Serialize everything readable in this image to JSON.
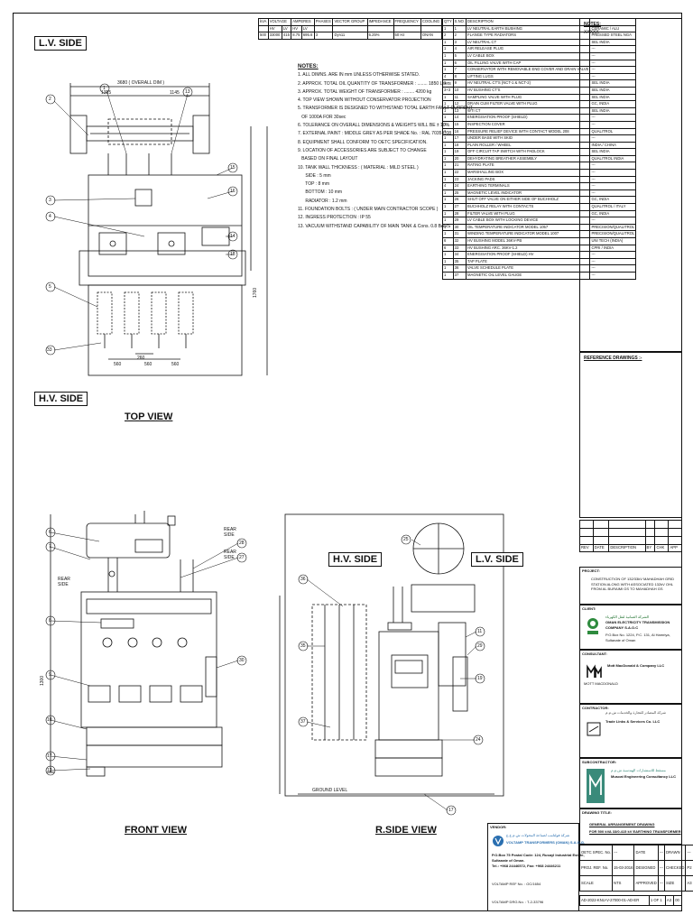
{
  "views": {
    "lv_side_top": "L.V. SIDE",
    "hv_side_top": "H.V. SIDE",
    "top_view": "TOP VIEW",
    "front_view": "FRONT VIEW",
    "rside_view": "R.SIDE VIEW",
    "hv_side_rs": "H.V. SIDE",
    "lv_side_rs": "L.V. SIDE",
    "ground_level": "GROUND LEVEL",
    "rear_side": "REAR SIDE",
    "rear_side2": "REAR SIDE",
    "rear_side3": "REAR SIDE"
  },
  "dims": {
    "overall_top": "3680 ( OVERALL DIM )",
    "left_half": "1335",
    "right_half": "1145",
    "w_560a": "560",
    "w_560b": "560",
    "w_560c": "560",
    "w_260": "260",
    "vert_1": "1760",
    "vert_2": "1300"
  },
  "rating_table": {
    "headers": [
      "kVA",
      "VOLTAGE",
      "",
      "AMPERES",
      "",
      "PHASES",
      "VECTOR GROUP",
      "IMPEDANCE",
      "FREQUENCY",
      "COOLING"
    ],
    "sub": [
      "",
      "HV",
      "LV",
      "HV",
      "LV",
      "",
      "",
      "",
      "",
      ""
    ],
    "row": [
      "500",
      "33000",
      "415",
      "8.75",
      "695.6",
      "3",
      "Dyn11",
      "6.25%",
      "50 Hz",
      "ONAN"
    ]
  },
  "notes": {
    "title": "NOTES:",
    "items": [
      "1. ALL DIMNS. ARE IN mm UNLESS OTHERWISE STATED.",
      "2. APPROX. TOTAL OIL QUANTITY OF TRANSFORMER : ........ 1850 Liters",
      "3. APPROX. TOTAL WEIGHT OF TRANSFORMER : ........ 4200 kg",
      "4. TOP VIEW SHOWN WITHOUT CONSERVATOR PROJECTION",
      "5. TRANSFORMER IS DESIGNED TO WITHSTAND TOTAL EARTH FAULT CURRENT",
      "   OF 1000A FOR 30sec",
      "6. TOLERANCE ON OVERALL DIMENSIONS & WEIGHTS WILL BE ± 10%",
      "7. EXTERNAL PAINT : MIDDLE GREY AS PER SHADE No. : RAL 7035 C08",
      "8. EQUIPMENT SHALL CONFORM TO OETC SPECIFICATION.",
      "9. LOCATION OF ACCESSORIES ARE SUBJECT TO CHANGE",
      "   BASED ON FINAL LAYOUT",
      "10. TANK WALL THICKNESS : ( MATERIAL : MILD STEEL )",
      "      SIDE : 5 mm",
      "      TOP : 8 mm",
      "      BOTTOM : 10 mm",
      "      RADIATOR : 1.2 mm",
      "11. FOUNDATION BOLTS : ( UNDER MAIN CONTRACTOR SCOPE )",
      "12. INGRESS PROTECTION : IP 55",
      "13. VACUUM WITHSTAND CAPABILITY OF MAIN TANK & Cons. 0.8 BARS"
    ]
  },
  "parts": {
    "headers": [
      "QTY",
      "S.NO.",
      "DESCRIPTION",
      ""
    ],
    "rows": [
      [
        "1",
        "1",
        "LV NEUTRAL EARTH BUSHING",
        "CERAMIC / ALU"
      ],
      [
        "2",
        "2",
        "FLANGE TYPE RADIATORS",
        "PRESSED STEEL NGA"
      ],
      [
        "1",
        "3",
        "LV NEUTRAL CT",
        "SEL INDIA"
      ],
      [
        "1",
        "4",
        "AIR RELEASE PLUG",
        "---"
      ],
      [
        "1",
        "5",
        "LV CABLE BOX",
        "---"
      ],
      [
        "1",
        "6",
        "OIL FILLING VALVE WITH CAP",
        "---"
      ],
      [
        "1",
        "7",
        "CONSERVATOR WITH REMOVABLE END COVER AND DRAIN VALVE",
        "---"
      ],
      [
        "4",
        "8",
        "LIFTING LUGS",
        "---"
      ],
      [
        "1",
        "9",
        "HV NEUTRAL CT'S (NCT-1 & NCT-2)",
        "SEL INDIA"
      ],
      [
        "3+3",
        "10",
        "HV BUSHING CT'S",
        "SEL INDIA"
      ],
      [
        "1",
        "11",
        "SAMPLING VALVE WITH PLUG",
        "SEL INDIA"
      ],
      [
        "1",
        "12",
        "DRAIN CUM FILTER VALVE WITH PLUG",
        "GC, INDIA"
      ],
      [
        "1",
        "13",
        "WTI CT",
        "SEL INDIA"
      ],
      [
        "1",
        "14",
        "ENERGISATION PROOF (SHIELD)",
        "---"
      ],
      [
        "1",
        "15",
        "INSPECTION COVER",
        "---"
      ],
      [
        "1",
        "16",
        "PRESSURE RELIEF DEVICE WITH CONTACT MODEL 208",
        "QUALITROL"
      ],
      [
        "1",
        "17",
        "UNDER BASE WITH SKID",
        "---"
      ],
      [
        "1",
        "18",
        "PLAIN ROLLER / WHEEL",
        "INDIA / CHINA"
      ],
      [
        "1",
        "19",
        "OFF CIRCUIT TAP SWITCH WITH PADLOCK",
        "SEL INDIA"
      ],
      [
        "1",
        "20",
        "DEHYDRATING BREATHER ASSEMBLY",
        "QUALITROL INDIA"
      ],
      [
        "1",
        "21",
        "RATING PLATE",
        "---"
      ],
      [
        "1",
        "22",
        "MARSHALLING BOX",
        "---"
      ],
      [
        "1",
        "23",
        "JACKING PADS",
        "---"
      ],
      [
        "4",
        "24",
        "EARTHING TERMINALS",
        "---"
      ],
      [
        "1",
        "25",
        "MAGNETIC LEVEL INDICATOR",
        "---"
      ],
      [
        "1",
        "26",
        "SHUT OFF VALVE ON EITHER SIDE OF BUCHHOLZ",
        "GC, INDIA"
      ],
      [
        "1",
        "27",
        "BUCHHOLZ RELAY WITH CONTACTS",
        "QUALITROL / ITALY"
      ],
      [
        "1",
        "28",
        "FILTER VALVE WITH PLUG",
        "GC, INDIA"
      ],
      [
        "1",
        "29",
        "LV CABLE BOX WITH LOCKING DEVICE",
        "---"
      ],
      [
        "1",
        "30",
        "OIL TEMPERATURE INDICATOR MODEL 1057",
        "PRECISION/QUALITROL"
      ],
      [
        "1",
        "31",
        "WINDING TEMPERATURE INDICATOR MODEL 1007",
        "PRECISION/QUALITROL"
      ],
      [
        "6",
        "32",
        "HV BUSHING MODEL 36KV-PB",
        "UNI TECH (INDIA)"
      ],
      [
        "6",
        "33",
        "HV BUSHING ARC. 36KV-1.2",
        "CPRI / INDIA"
      ],
      [
        "1",
        "34",
        "ENERGISATION PROOF (SHIELD) HV",
        "---"
      ],
      [
        "1",
        "35",
        "TAP PLATE",
        "---"
      ],
      [
        "1",
        "36",
        "VALVE SCHEDULE PLATE",
        "---"
      ],
      [
        "1",
        "37",
        "MAGNETIC OIL LEVEL GAUGE",
        "---"
      ]
    ]
  },
  "notes_box": {
    "title": "NOTES:",
    "body": "XXXXX"
  },
  "reference": {
    "title": "REFERENCE DRAWINGS :-"
  },
  "revision_header": [
    "REV",
    "DATE",
    "DESCRIPTION",
    "BY",
    "CHK",
    "APP"
  ],
  "project": {
    "label": "PROJECT:",
    "text": "CONSTRUCTION OF 132/33kV MAHADHAH GRID STATION ALONG WITH ASSOCIATED 132kV OHL FROM AL BURAIMI GS TO MAHADHAH GS"
  },
  "client": {
    "label": "CLIENT:",
    "arabic": "الشركة العمانية لنقل الكهرباء",
    "name": "OMAN ELECTRICITY TRANSMISSION COMPANY S.A.O.C",
    "addr": "P.O.Box No. 1224, P.C. 131, Al Hamriya, Sultanate of Oman"
  },
  "consultant": {
    "label": "CONSULTANT:",
    "name": "Mott MacDonald & Company LLC",
    "sub": "MOTT MACDONALD"
  },
  "contractor": {
    "label": "CONTRACTOR:",
    "arabic": "شركة المصادر للتجارة والخدمات ش.م.م",
    "name": "Trade Links & Services Co. LLC"
  },
  "subcontractor": {
    "label": "SUBCONTRACTOR:",
    "arabic": "مسقط للاستشارات الهندسية ش.م.م",
    "name": "Muscat Engineering Consultancy LLC"
  },
  "drawing_title": {
    "label": "DRAWING TITLE:",
    "line1": "GENERAL ARRANGEMENT DRAWING",
    "line2": "FOR 500 kVA 33/0.415 kV EARTHING TRANSFORMER"
  },
  "doc_info": {
    "rows": [
      [
        "OETC SPEC. No.",
        "---",
        "DATE",
        "---",
        "DRAWN",
        "---"
      ],
      [
        "PROJ. REF. No.",
        "15-03-2016",
        "DESIGNED",
        "---",
        "CHECKED",
        "P2"
      ],
      [
        "SCALE",
        "NTS",
        "APPROVED",
        "---",
        "SIZE",
        "A3"
      ]
    ],
    "doc_no": "AD-2022-KNU-V-27000-01-AD-ER",
    "sheet": "1 OF 1",
    "size": "A3",
    "rev": "00"
  },
  "vendor": {
    "label": "VENDOR:",
    "arabic": "شركة فولتامب لصناعة المحولات ش.م.ع.ع",
    "name": "VOLTAMP TRANSFORMERS (OMAN) S.A.O.G.",
    "addr1": "P.O.Box 75 Postal Code: 124, Rusayl Industrial Estate,",
    "addr2": "Sultanate of Oman.",
    "tel": "Tel.: +968 24446572, Fax: +968 24446211",
    "refno": "VOLTAMP REF No. : OC/1654",
    "drgno": "VOLTAMP DRG.No. : T-2-33796"
  },
  "balloons": [
    "1",
    "2",
    "3",
    "4",
    "5",
    "6",
    "7",
    "8",
    "9",
    "10",
    "11",
    "12",
    "13",
    "14",
    "15",
    "16",
    "17",
    "18",
    "19",
    "20",
    "21",
    "22",
    "23",
    "24",
    "25",
    "26",
    "27",
    "28",
    "29",
    "30",
    "31",
    "32",
    "33",
    "34",
    "35",
    "36",
    "37"
  ]
}
